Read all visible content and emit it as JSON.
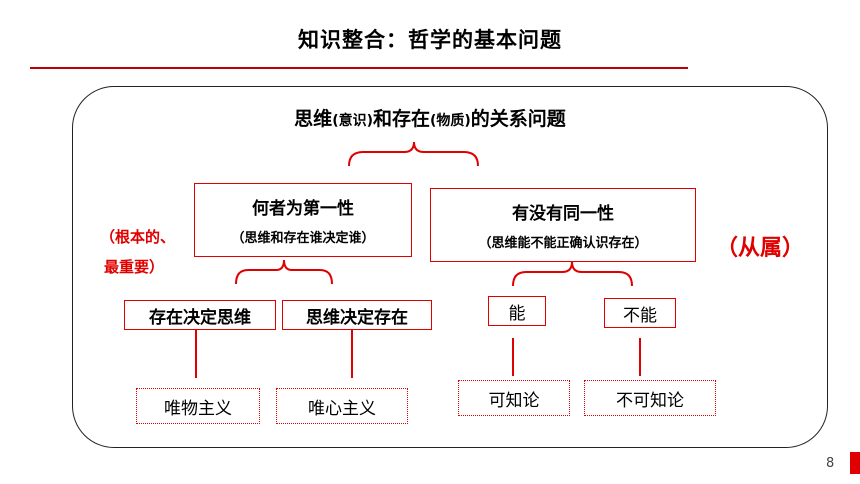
{
  "slide": {
    "title": "知识整合：哲学的基本问题",
    "page_number": "8"
  },
  "topic": {
    "part1": "思维",
    "part2": "(意识)",
    "part3": "和存在",
    "part4": "(物质)",
    "part5": "的关系问题"
  },
  "aspect_left": {
    "title": "何者为第一性",
    "subtitle": "（思维和存在谁决定谁）",
    "note_line1": "（根本的、",
    "note_line2": "最重要）"
  },
  "aspect_right": {
    "title": "有没有同一性",
    "subtitle": "（思维能不能正确认识存在）",
    "note": "（从属）"
  },
  "answers_left": [
    "存在决定思维",
    "思维决定存在"
  ],
  "answers_right": [
    "能",
    "不能"
  ],
  "schools_left": [
    "唯物主义",
    "唯心主义"
  ],
  "schools_right": [
    "可知论",
    "不可知论"
  ],
  "colors": {
    "accent": "#e00000",
    "rule": "#c00000"
  }
}
